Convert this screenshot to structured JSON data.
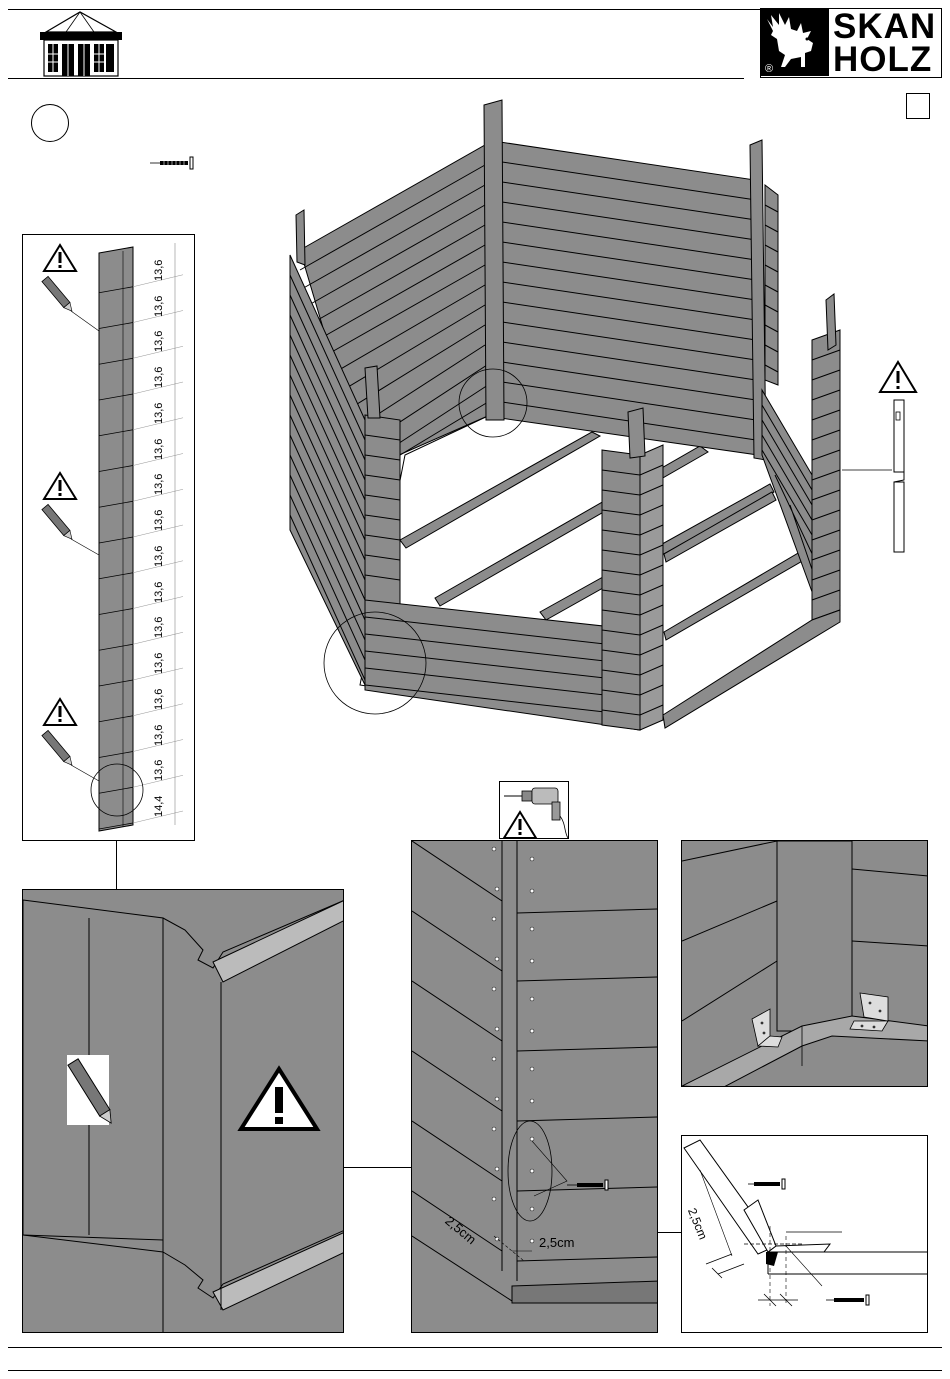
{
  "header": {
    "brand_line1": "SKAN",
    "brand_line2": "HOLZ",
    "registered_mark": "®"
  },
  "step_marker": {
    "number": "",
    "page_box": ""
  },
  "post_measurements": {
    "segments": [
      "13,6",
      "13,6",
      "13,6",
      "13,6",
      "13,6",
      "13,6",
      "13,6",
      "13,6",
      "13,6",
      "13,6",
      "13,6",
      "13,6",
      "13,6",
      "13,6",
      "13,6",
      "14,4"
    ]
  },
  "drill_detail": {
    "label_vertical": "2,5cm",
    "label_horizontal": "2,5cm"
  },
  "section_detail": {
    "label": "2,5cm"
  },
  "icons": [
    "house-icon",
    "moose-logo-icon",
    "screw-icon",
    "warning-icon",
    "pencil-icon",
    "drill-icon"
  ]
}
